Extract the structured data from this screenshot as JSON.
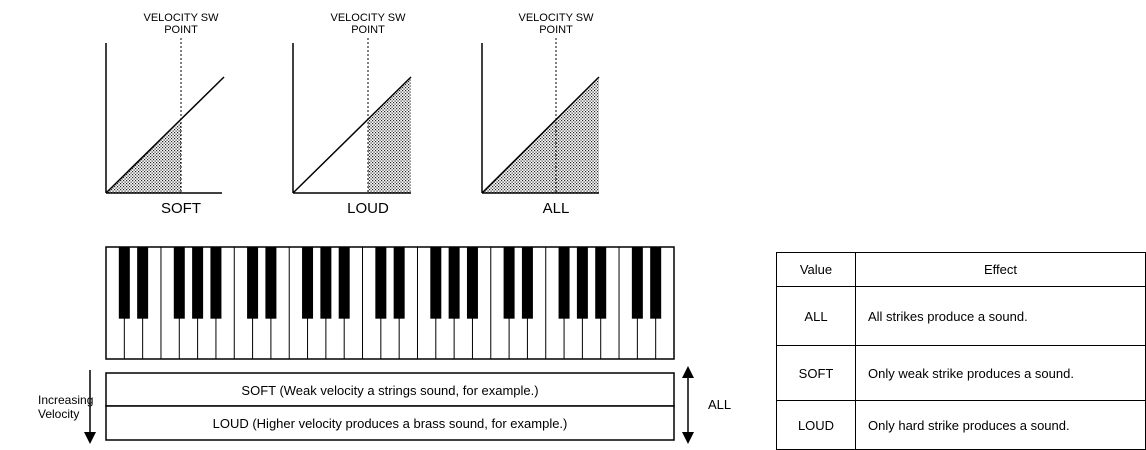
{
  "graphs": [
    {
      "header_line1": "VELOCITY SW",
      "header_line2": "POINT",
      "label": "SOFT",
      "shade": "below"
    },
    {
      "header_line1": "VELOCITY SW",
      "header_line2": "POINT",
      "label": "LOUD",
      "shade": "above"
    },
    {
      "header_line1": "VELOCITY SW",
      "header_line2": "POINT",
      "label": "ALL",
      "shade": "all"
    }
  ],
  "side_label": {
    "line1": "Increasing",
    "line2": "Velocity"
  },
  "bands": {
    "soft": "SOFT (Weak velocity a strings sound, for example.)",
    "loud": "LOUD (Higher velocity produces a brass sound, for example.)"
  },
  "all_label": "ALL",
  "table": {
    "headers": [
      "Value",
      "Effect"
    ],
    "rows": [
      {
        "value": "ALL",
        "effect": "All strikes produce a sound."
      },
      {
        "value": "SOFT",
        "effect": "Only weak strike produces a sound."
      },
      {
        "value": "LOUD",
        "effect": "Only hard strike produces a sound."
      }
    ]
  }
}
